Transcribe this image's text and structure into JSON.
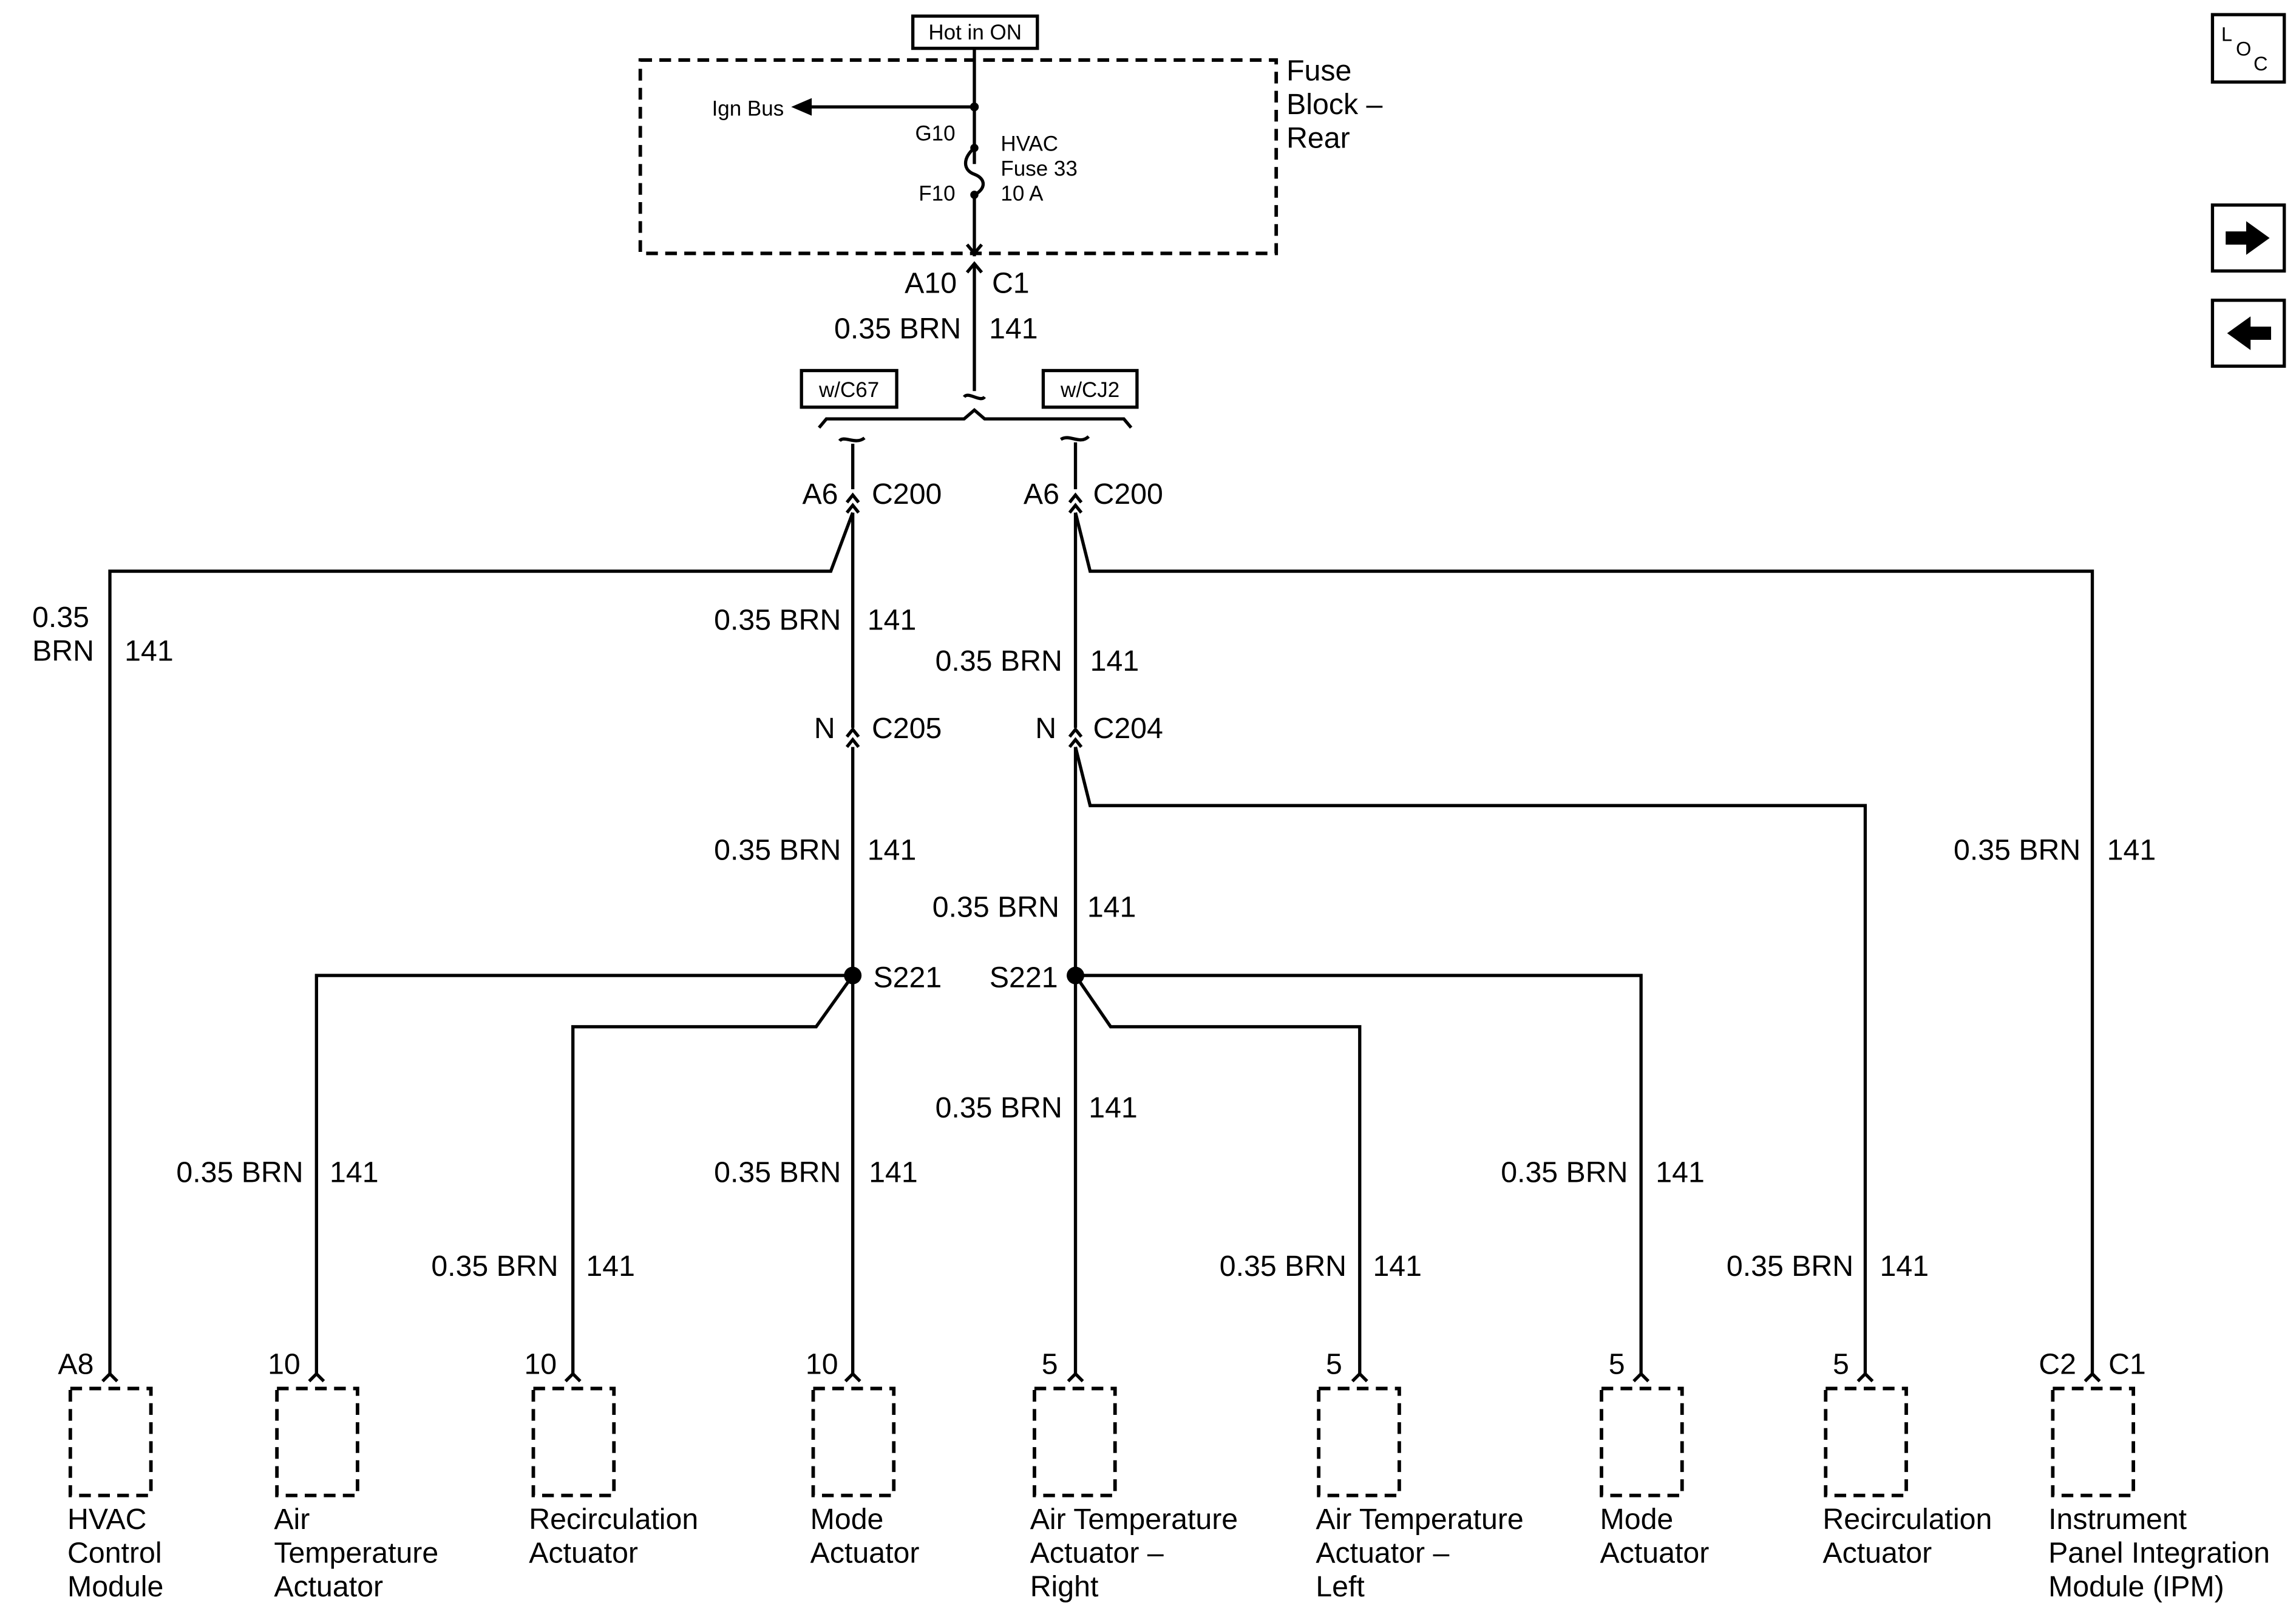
{
  "header": {
    "power_label": "Hot in ON"
  },
  "fuse_block": {
    "title_lines": [
      "Fuse",
      "Block –",
      "Rear"
    ],
    "ign_bus": "Ign Bus",
    "pin_top": "G10",
    "pin_bottom": "F10",
    "fuse_lines": [
      "HVAC",
      "Fuse 33",
      "10 A"
    ]
  },
  "connector_c1": {
    "pin": "A10",
    "name": "C1"
  },
  "wire": {
    "size_color": "0.35 BRN",
    "circuit": "141",
    "size": "0.35",
    "color": "BRN"
  },
  "options": {
    "left": "w/C67",
    "right": "w/CJ2"
  },
  "connectors": {
    "left_c200": {
      "pin": "A6",
      "name": "C200"
    },
    "right_c200": {
      "pin": "A6",
      "name": "C200"
    },
    "c205": {
      "pin": "N",
      "name": "C205"
    },
    "c204": {
      "pin": "N",
      "name": "C204"
    }
  },
  "splices": {
    "left": "S221",
    "right": "S221"
  },
  "components": [
    {
      "pin": "A8",
      "lines": [
        "HVAC",
        "Control",
        "Module"
      ]
    },
    {
      "pin": "10",
      "lines": [
        "Air",
        "Temperature",
        "Actuator"
      ]
    },
    {
      "pin": "10",
      "lines": [
        "Recirculation",
        "Actuator"
      ]
    },
    {
      "pin": "10",
      "lines": [
        "Mode",
        "Actuator"
      ]
    },
    {
      "pin": "5",
      "lines": [
        "Air Temperature",
        "Actuator –",
        "Right"
      ]
    },
    {
      "pin": "5",
      "lines": [
        "Air Temperature",
        "Actuator –",
        "Left"
      ]
    },
    {
      "pin": "5",
      "lines": [
        "Mode",
        "Actuator"
      ]
    },
    {
      "pin": "5",
      "lines": [
        "Recirculation",
        "Actuator"
      ]
    },
    {
      "pin": "C2",
      "pin2": "C1",
      "lines": [
        "Instrument",
        "Panel Integration",
        "Module (IPM)"
      ]
    }
  ],
  "nav": {
    "loc_letters": [
      "L",
      "O",
      "C"
    ],
    "next_icon": "arrow-right-icon",
    "prev_icon": "arrow-left-icon"
  }
}
